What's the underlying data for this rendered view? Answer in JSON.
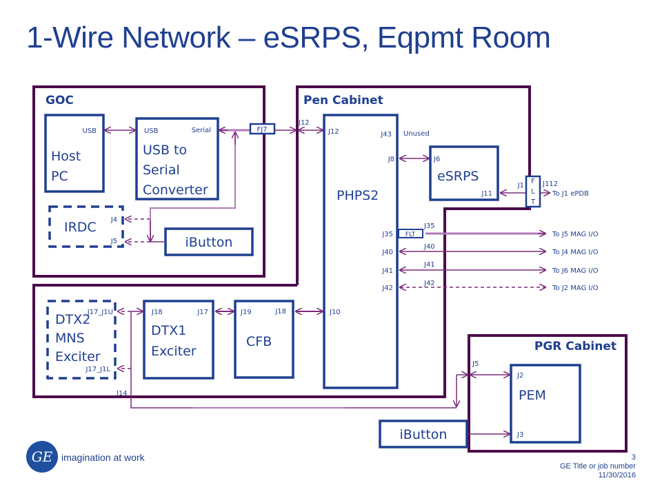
{
  "title": "1-Wire Network – eSRPS, Eqpmt Room",
  "cabinets": {
    "goc": "GOC",
    "pen": "Pen Cabinet",
    "pgr": "PGR Cabinet"
  },
  "boxes": {
    "host_pc": [
      "Host",
      "PC"
    ],
    "usb_serial": [
      "USB to",
      "Serial",
      "Converter"
    ],
    "irdc": "IRDC",
    "ibutton_goc": "iButton",
    "phps2": "PHPS2",
    "esrps": "eSRPS",
    "dtx2": [
      "DTX2",
      "MNS",
      "Exciter"
    ],
    "dtx1": [
      "DTX1",
      "Exciter"
    ],
    "cfb": "CFB",
    "pem": "PEM",
    "ibutton_pgr": "iButton",
    "flt_vertical": [
      "F",
      "L",
      "T"
    ],
    "flt_small": "FLT",
    "fj7": "FJ7"
  },
  "ports": {
    "host_usb": "USB",
    "conv_usb": "USB",
    "conv_serial": "Serial",
    "irdc_j4": "J4",
    "irdc_j5": "J5",
    "pen_j12_outer": "J12",
    "phps2_j12": "J12",
    "phps2_j43": "J43",
    "unused": "Unused",
    "phps2_j8": "J8",
    "esrps_j6": "J6",
    "esrps_j11": "J11",
    "flt_j1": "J1",
    "flt_j112": "J112",
    "phps2_j35": "J35",
    "cab_j35": "J35",
    "phps2_j40": "J40",
    "cab_j40": "J40",
    "phps2_j41": "J41",
    "cab_j41": "J41",
    "phps2_j42": "J42",
    "cab_j42": "J42",
    "phps2_j10": "J10",
    "dtx2_j17_j1u": "J17_J1U",
    "dtx2_j17_j1l": "J17_J1L",
    "dtx1_j18": "J18",
    "dtx1_j17": "J17",
    "cfb_j19": "J19",
    "cfb_j18": "J18",
    "j14": "J14",
    "pgr_j5": "J5",
    "pem_j2": "J2",
    "pem_j3": "J3"
  },
  "destinations": {
    "epdb": "To  J1 ePDB",
    "j5mag": "To  J5 MAG I/O",
    "j4mag": "To  J4 MAG I/O",
    "j6mag": "To  J6 MAG I/O",
    "j2mag": "To  J2 MAG I/O"
  },
  "footer": {
    "tagline": "imagination at work",
    "page_number": "3",
    "job": "GE Title or job number",
    "date": "11/30/2016"
  },
  "colors": {
    "text": "#1f3f8f",
    "cabinet": "#4b0b4b",
    "wire": "#7a2a7a"
  }
}
